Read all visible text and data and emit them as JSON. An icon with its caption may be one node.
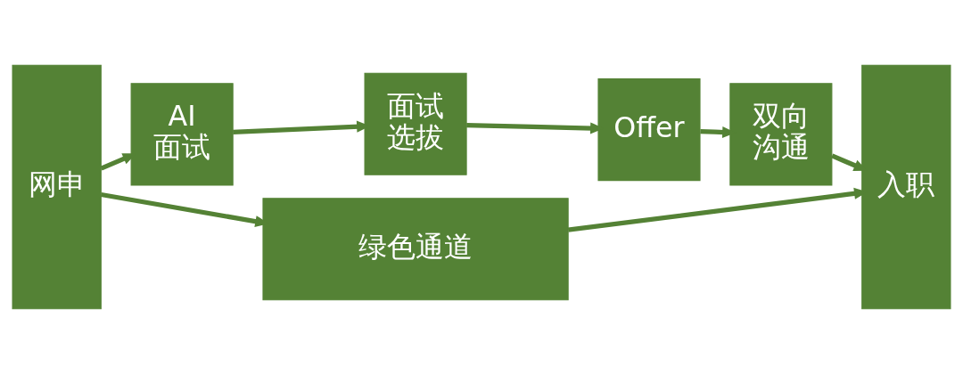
{
  "diagram": {
    "nodes": [
      {
        "text": [
          "网申"
        ]
      },
      {
        "text": [
          "AI面试"
        ]
      },
      {
        "text": [
          "面试选拔"
        ]
      },
      {
        "text": [
          "Offer"
        ]
      },
      {
        "text": [
          "双向沟通"
        ]
      },
      {
        "text": [
          "入职"
        ]
      },
      {
        "text": [
          "绿色通道"
        ]
      }
    ],
    "edges": [
      {
        "from": 0,
        "to": 1,
        "arrow": "to"
      },
      {
        "from": 1,
        "to": 2,
        "arrow": "to"
      },
      {
        "from": 2,
        "to": 3,
        "arrow": "to"
      },
      {
        "from": 3,
        "to": 4,
        "arrow": "to"
      },
      {
        "from": 4,
        "to": 5,
        "arrow": "to"
      },
      {
        "from": 0,
        "to": 6,
        "arrow": "to"
      },
      {
        "from": 6,
        "to": 5,
        "arrow": "to"
      }
    ]
  }
}
